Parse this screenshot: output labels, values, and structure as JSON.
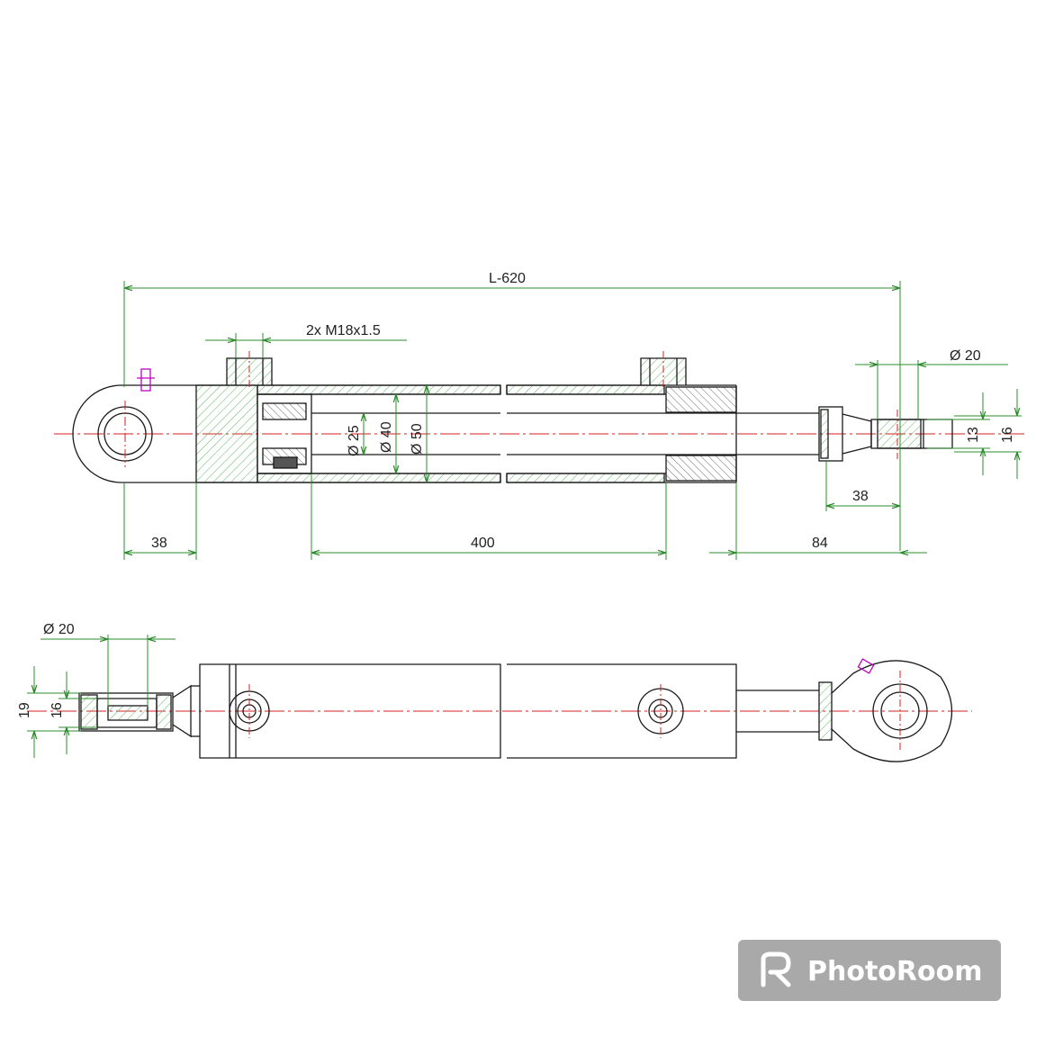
{
  "dimensions": {
    "overall_length": "L-620",
    "ports": "2x M18x1.5",
    "rod_end_bore": "Ø 20",
    "rod_dia": "Ø 25",
    "piston_dia": "Ø 40",
    "cylinder_od": "Ø 50",
    "rod_eye_width": "13",
    "rod_eye_width_total": "16",
    "rod_end_length": "38",
    "eye_length": "38",
    "stroke": "400",
    "rod_extension": "84",
    "side_eye_bore": "Ø 20",
    "side_width_19": "19",
    "side_width_16": "16"
  },
  "watermark": {
    "brand": "PhotoRoom",
    "logo": "photoroom-logo"
  },
  "colors": {
    "line": "#1a1a1a",
    "dimension": "#2e8b2e",
    "centerline": "#d62020",
    "hatch": "#3aa03a",
    "accent": "#c000c0"
  }
}
